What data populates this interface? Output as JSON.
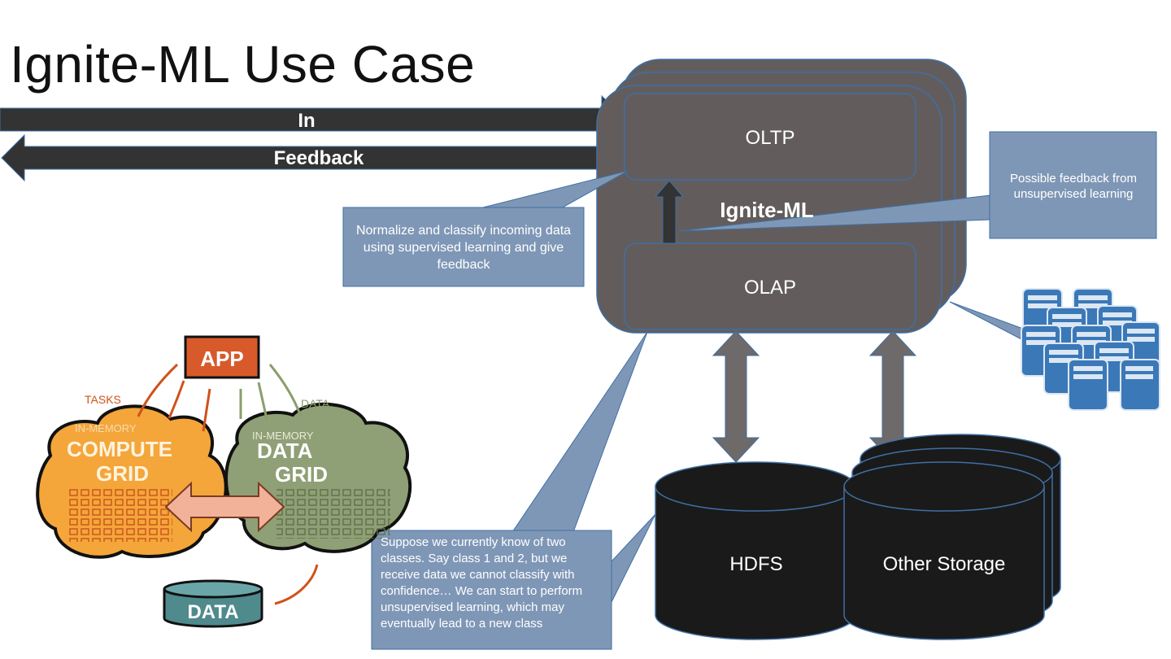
{
  "slide": {
    "title": "Ignite-ML Use Case",
    "arrows": {
      "in_label": "In",
      "feedback_label": "Feedback"
    },
    "stack": {
      "oltp_label": "OLTP",
      "olap_label": "OLAP",
      "ml_label": "Ignite-ML"
    },
    "storage": {
      "hdfs_label": "HDFS",
      "other_label": "Other Storage"
    },
    "callouts": {
      "supervised": "Normalize and classify incoming data using supervised learning and give feedback",
      "unsupervised_feedback": "Possible feedback from unsupervised learning",
      "new_class": "Suppose we currently know of two classes. Say class 1 and 2, but we receive data we cannot classify with confidence… We can start to perform unsupervised learning, which may eventually lead to a new class"
    },
    "sketch": {
      "app": "APP",
      "tasks": "TASKS",
      "data_annot": "DATA",
      "in_memory_1": "IN-MEMORY",
      "compute_grid_1": "COMPUTE",
      "compute_grid_2": "GRID",
      "in_memory_2": "IN-MEMORY",
      "data_grid_1": "DATA",
      "data_grid_2": "GRID",
      "data_store": "DATA"
    },
    "colors": {
      "dark_arrow": "#333333",
      "box_fill": "#625d5c",
      "box_stroke": "#3f6fa6",
      "callout_fill": "#7f97b6",
      "cylinder": "#1a1a1a",
      "double_arrow": "#6e6a69",
      "server_blue": "#3b78b8"
    }
  }
}
